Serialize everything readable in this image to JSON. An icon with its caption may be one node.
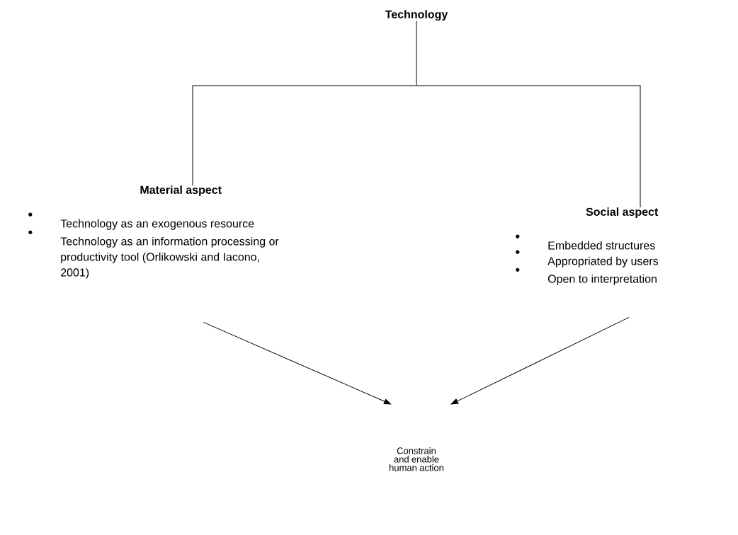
{
  "diagram": {
    "nodes": [
      {
        "text": [
          "Technology"
        ]
      },
      {
        "text": [
          "Material aspect",
          "Technology as an exogenous resource",
          "Technology as an information processing or productivity tool (Orlikowski and Iacono, 2001)"
        ]
      },
      {
        "text": [
          "Social aspect",
          "Embedded structures",
          "Appropriated by users",
          "Open to interpretation"
        ]
      },
      {
        "text": [
          "Constrain and enable human action"
        ]
      }
    ],
    "edges": [
      {
        "from": 0,
        "to": 1,
        "arrow": "none"
      },
      {
        "from": 0,
        "to": 2,
        "arrow": "none"
      },
      {
        "from": 1,
        "to": 3,
        "arrow": "to"
      },
      {
        "from": 2,
        "to": 3,
        "arrow": "to"
      }
    ]
  }
}
